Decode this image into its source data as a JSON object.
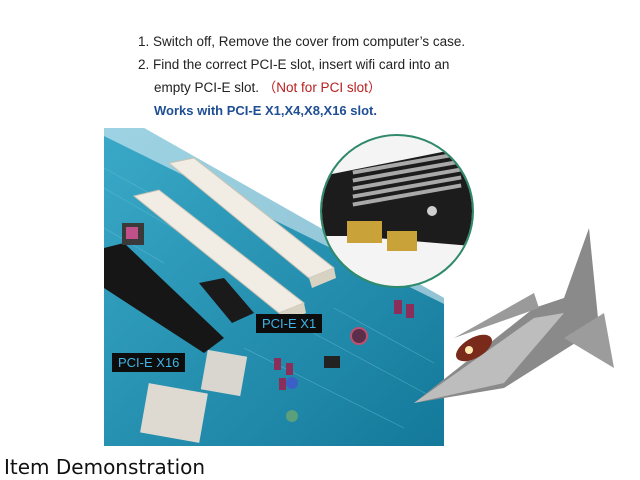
{
  "instructions": {
    "step1": "1. Switch off, Remove the cover from computer’s case.",
    "step2_line1": "2. Find the correct PCI-E slot, insert wifi card into an",
    "step2_line2": "empty PCI-E slot.",
    "warning": "（Not for PCI slot）",
    "compatibility": "Works with PCI-E X1,X4,X8,X16 slot."
  },
  "illustration": {
    "label_x1": "PCI-E X1",
    "label_x16": "PCI-E X16",
    "colors": {
      "board": "#1f8fb0",
      "board_dark": "#0f5f7a",
      "slot_pci": "#f1ede4",
      "slot_pcie": "#1a1a1a",
      "label_bg": "#0d0d0d",
      "label_text": "#3fb6e8",
      "circle_border": "#2f8a6a",
      "gold": "#c9a23a"
    }
  },
  "caption": "Item Demonstration"
}
